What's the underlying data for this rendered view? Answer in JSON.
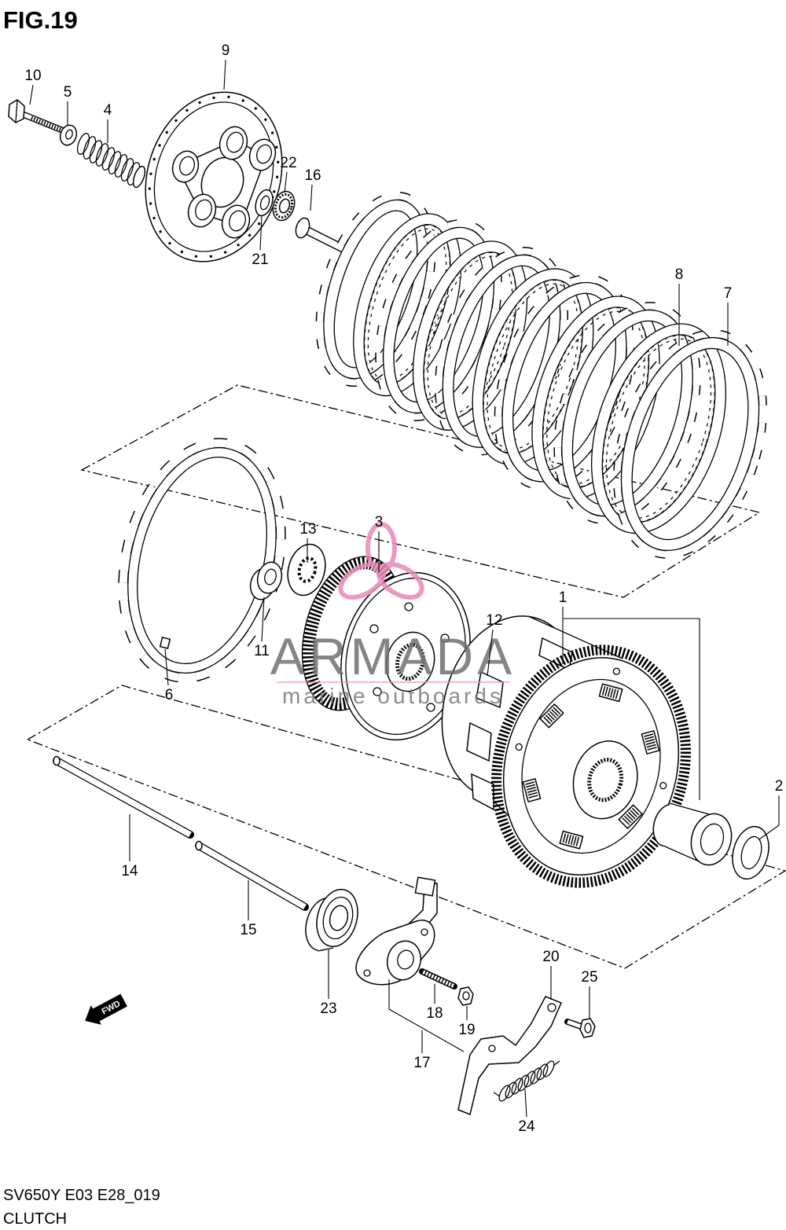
{
  "figure": {
    "title": "FIG.19",
    "model_code": "SV650Y E03 E28_019",
    "name": "CLUTCH"
  },
  "direction_label": "FWD",
  "watermark": {
    "brand": "ARMADA",
    "tagline": "marine outboards"
  },
  "colors": {
    "line": "#000000",
    "background": "#ffffff",
    "watermark_text": "#707070",
    "watermark_logo": "#e889b8"
  },
  "callouts": {
    "p1": "1",
    "p2": "2",
    "p3": "3",
    "p4": "4",
    "p5": "5",
    "p6": "6",
    "p7": "7",
    "p8": "8",
    "p9": "9",
    "p10": "10",
    "p11": "11",
    "p12": "12",
    "p13": "13",
    "p14": "14",
    "p15": "15",
    "p16": "16",
    "p17": "17",
    "p18": "18",
    "p19": "19",
    "p20": "20",
    "p21": "21",
    "p22": "22",
    "p23": "23",
    "p24": "24",
    "p25": "25"
  }
}
